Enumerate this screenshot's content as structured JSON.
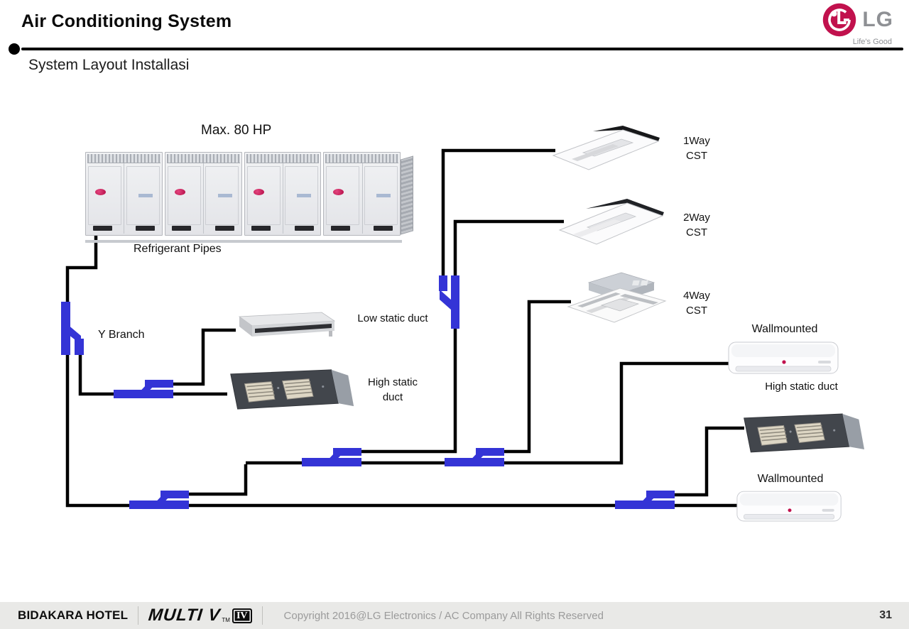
{
  "colors": {
    "pipe": "#000000",
    "branch": "#3434d6",
    "accent": "#c1114d",
    "footer_bg": "#e9e9e7",
    "gray_text": "#9b9b9b"
  },
  "header": {
    "title": "Air Conditioning System",
    "subtitle": "System Layout Installasi",
    "lg": {
      "brand": "LG",
      "tagline": "Life's Good"
    }
  },
  "diagram": {
    "outdoor": {
      "capacity": "Max. 80 HP",
      "pipes_label": "Refrigerant Pipes"
    },
    "y_branch_label": "Y Branch",
    "units": {
      "cst_1way": "1Way CST",
      "cst_2way": "2Way CST",
      "cst_4way": "4Way CST",
      "low_static": "Low static duct",
      "high_static_mid": "High static duct",
      "wallmounted_top": "Wallmounted",
      "high_static_right": "High static duct",
      "wallmounted_bottom": "Wallmounted"
    }
  },
  "footer": {
    "client": "BIDAKARA HOTEL",
    "multiv": {
      "name": "MULTI V",
      "tm": "TM",
      "badge": "IV"
    },
    "copyright": "Copyright 2016@LG Electronics / AC Company All Rights Reserved",
    "page": "31"
  }
}
